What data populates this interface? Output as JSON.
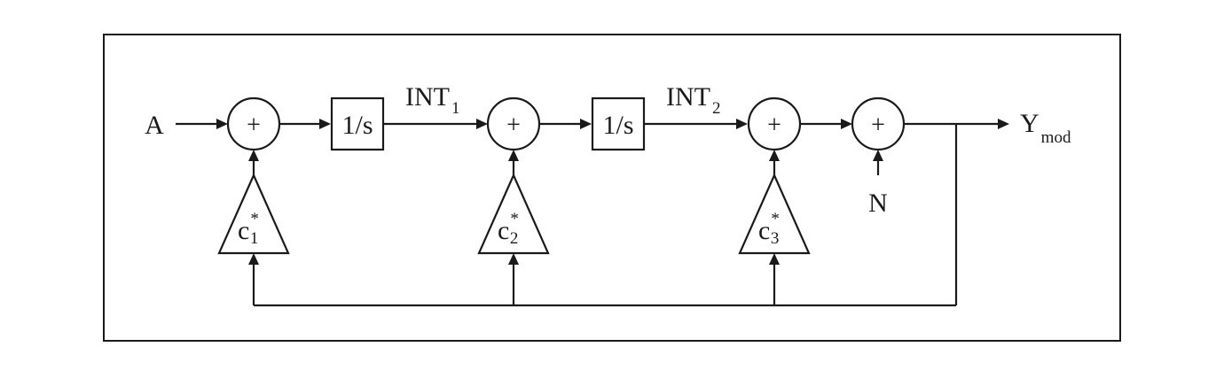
{
  "diagram": {
    "input_label": "A",
    "noise_label": "N",
    "summer_symbol": "+",
    "integrators": [
      "1/s",
      "1/s"
    ],
    "signals": [
      {
        "main": "INT",
        "sub": "1"
      },
      {
        "main": "INT",
        "sub": "2"
      }
    ],
    "gains": [
      {
        "main": "c",
        "sup": "*",
        "sub": "1"
      },
      {
        "main": "c",
        "sup": "*",
        "sub": "2"
      },
      {
        "main": "c",
        "sup": "*",
        "sub": "3"
      }
    ],
    "output": {
      "main": "Y",
      "sub": "mod"
    }
  }
}
